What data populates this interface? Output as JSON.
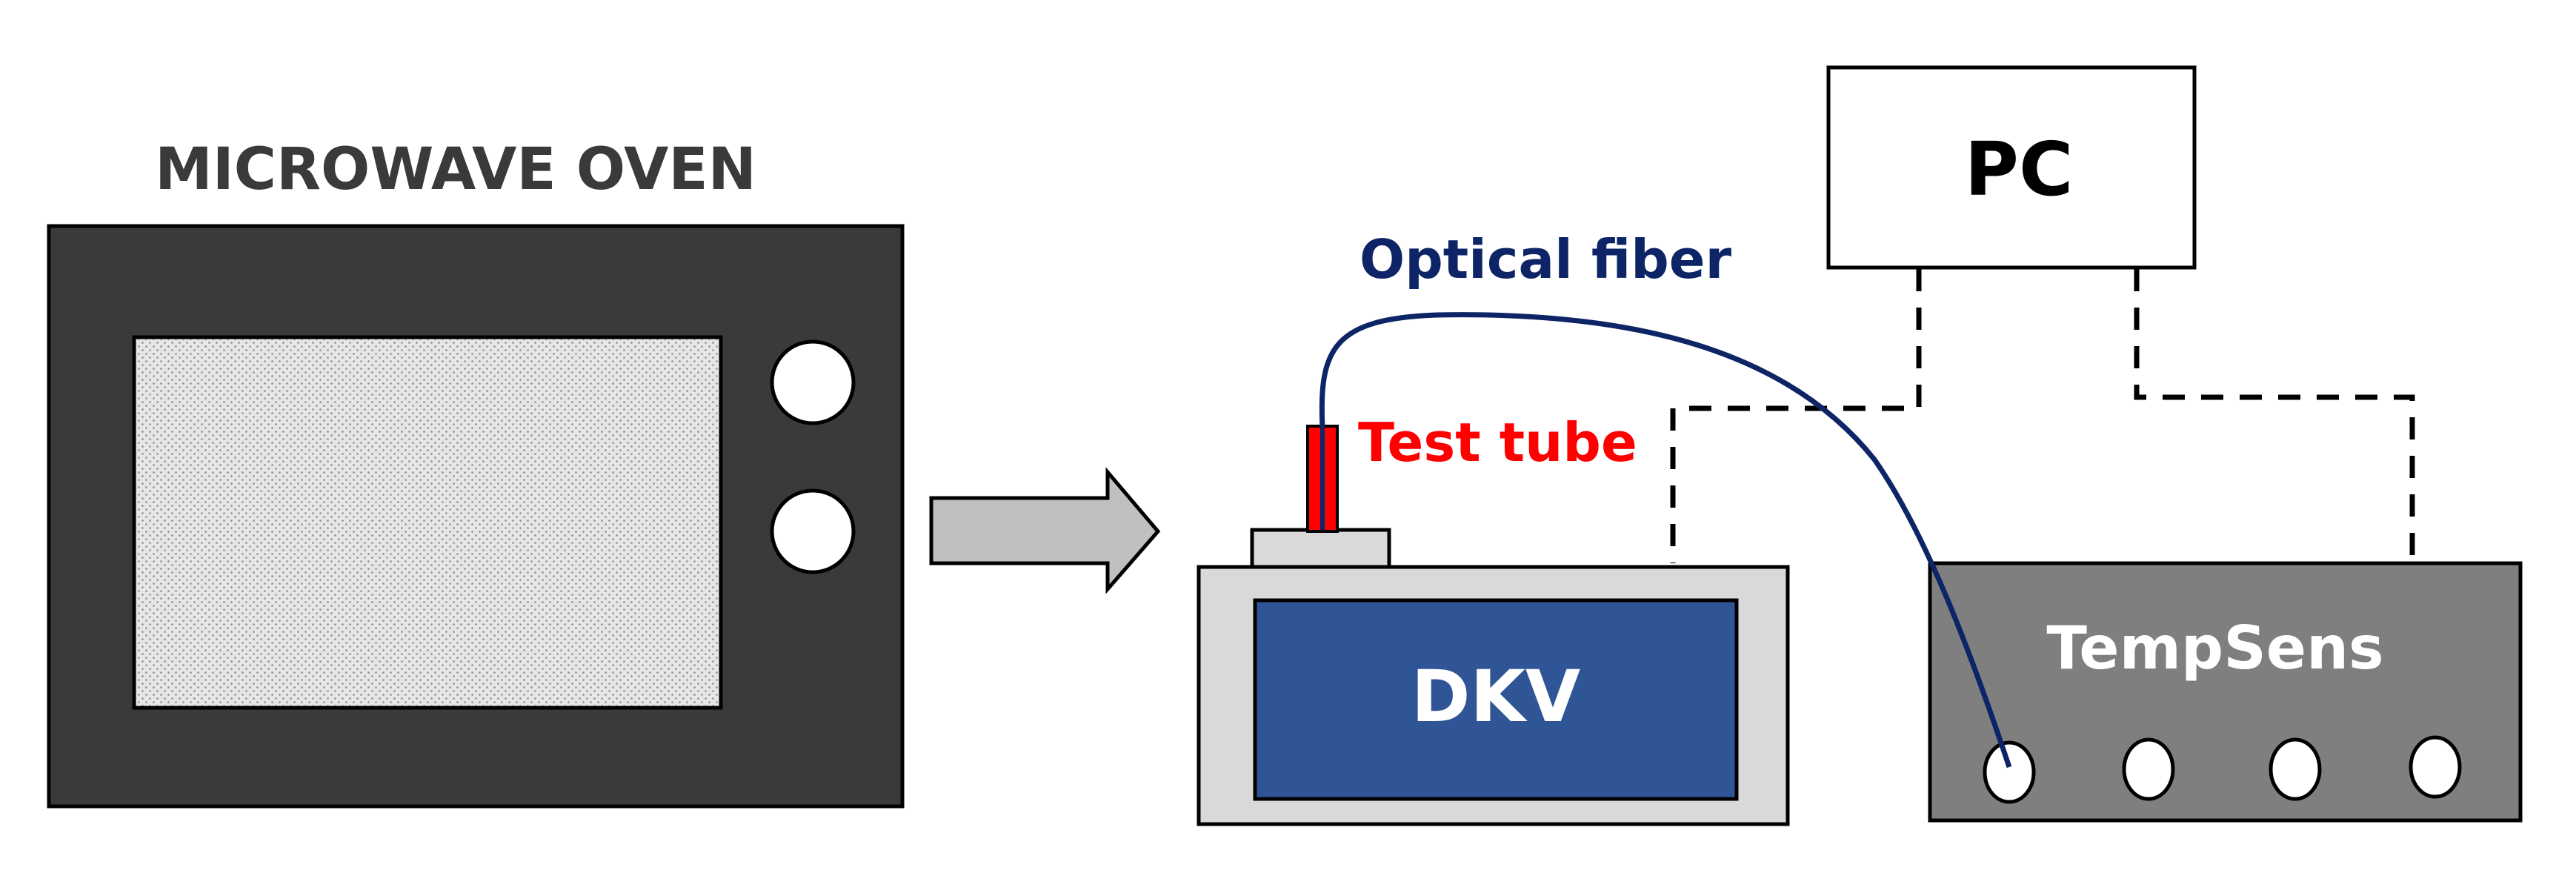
{
  "labels": {
    "microwave_oven": "MICROWAVE OVEN",
    "pc": "PC",
    "optical_fiber": "Optical fiber",
    "test_tube": "Test tube",
    "dkv": "DKV",
    "tempsens": "TempSens"
  },
  "colors": {
    "oven_body": "#3a3a3a",
    "oven_window": "#e6e6e6",
    "oven_label": "#3a3a3a",
    "arrow_fill": "#c0c0c0",
    "dkv_case": "#d9d9d9",
    "dkv_panel": "#2f5597",
    "tempsens_body": "#7f7f7f",
    "fiber": "#0d2566",
    "fiber_label": "#0d2566",
    "test_tube": "#ff0000",
    "test_tube_label": "#ff0000",
    "outline": "#000000",
    "connection_dashed": "#000000"
  },
  "icons": {
    "arrow": "right-arrow-icon"
  }
}
